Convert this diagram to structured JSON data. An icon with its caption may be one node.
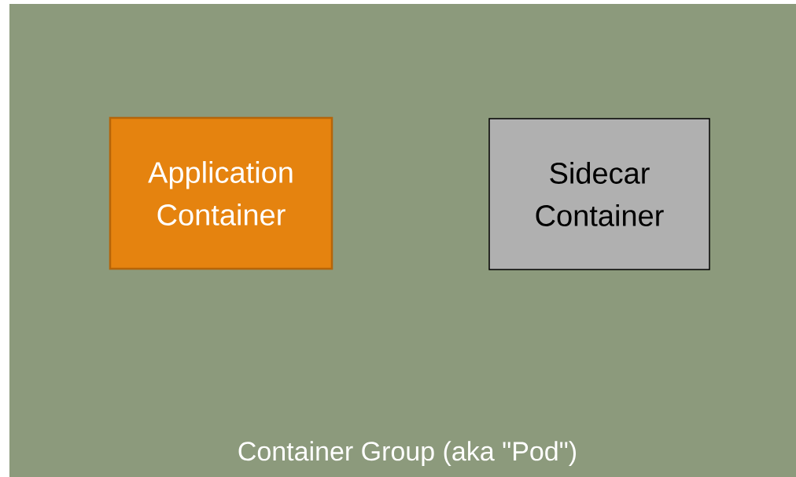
{
  "diagram": {
    "nodes": [
      {
        "text": [
          "Container Group (aka \"Pod\")"
        ]
      },
      {
        "text": [
          "Application Container"
        ],
        "in": 0
      },
      {
        "text": [
          "Sidecar Container"
        ],
        "in": 0
      }
    ]
  }
}
